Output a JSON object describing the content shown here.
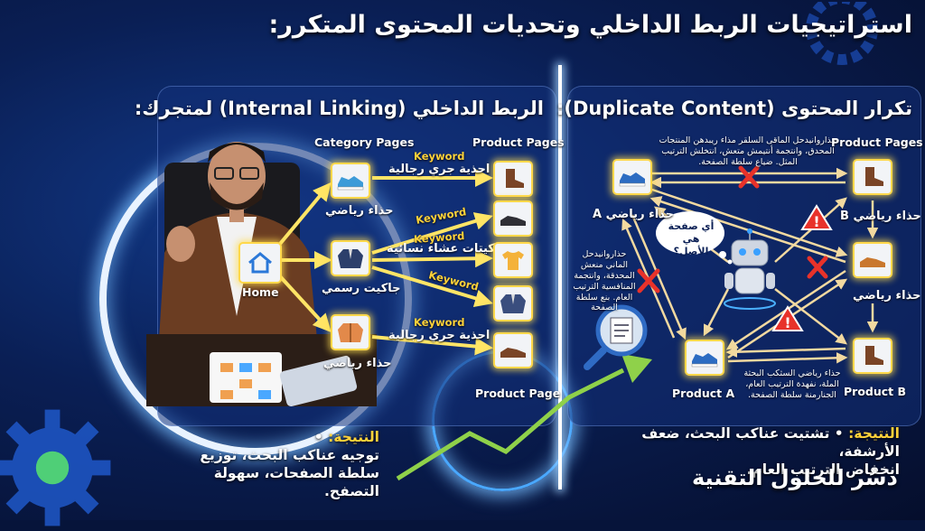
{
  "title": "استراتيجيات الربط الداخلي وتحديات المحتوى المتكرر:",
  "left": {
    "title": "الربط الداخلي (Internal Linking) لمتجرك:",
    "category_pages": "Category Pages",
    "product_pages": "Product Pages",
    "product_page": "Product Page",
    "home": "Home",
    "cat1": "حذاء رياضي",
    "cat2": "جاكيت رسمي",
    "cat3": "حذاء رياضي",
    "keyword": "Keyword",
    "link1": "احذية جري رجالية",
    "link2": "جاكيتات عشاء نسائية",
    "link3": "احذية جري رجالية",
    "result_head": "النتيجة:",
    "result_line1": "توجيه عناكب البحث، توزيع",
    "result_line2": "سلطة الصفحات، سهولة التصفح."
  },
  "right": {
    "title": "تكرار المحتوى (Duplicate Content):",
    "product_pages": "Product Pages",
    "shoe_a": "حذاء رياضي A",
    "shoe_b": "حذاء رياضي B",
    "shoe": "حذاء رياضي",
    "product_a": "Product A",
    "product_b": "Product B",
    "bubble": "أي صفحة هي الأصل؟",
    "note_top": "حذاروانيدحل الماقى السلقر مذاء ريبدهن المنتجات المحدق، وانتجمة أنتيمش متعش، انتخلش الترتيب المثل. ضياع سلطة الصفحة.",
    "note_left": "حذاروانيدحل الماني منعش المحدقة، وانتجمة المنافسية الترتيب العام. بنع سلطة الصفحة",
    "note_bottom": "حذاء رياضي السثكب البحثة الملة، نفهدة الترتيب العام، الجنارمنة سلطة الصفحة.",
    "result_head": "النتيجة:",
    "result_line1": "تشتيت عناكب البحث، ضعف الأرشفة،",
    "result_line2": "انخفاض الترتيب العام."
  },
  "brand": "دسُر للحلول التقنية",
  "colors": {
    "accent": "#ffd23a",
    "link": "#ffe566",
    "background": "#0a1f55",
    "error": "#e8322a"
  }
}
